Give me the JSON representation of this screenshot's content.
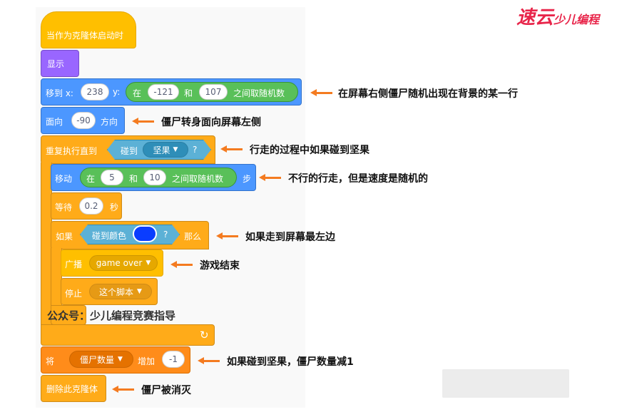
{
  "logo": {
    "main": "速云",
    "sub": "少儿编程"
  },
  "watermark": "公众号：少儿编程竞赛指导",
  "blocks": {
    "hat": "当作为克隆体启动时",
    "show": "显示",
    "goto": {
      "label": "移到 x:",
      "x": "238",
      "ylabel": "y:",
      "pre": "在",
      "from": "-121",
      "and": "和",
      "to": "107",
      "post": "之间取随机数"
    },
    "point": {
      "label": "面向",
      "value": "-90",
      "post": "方向"
    },
    "repeat_until": {
      "label": "重复执行直到",
      "touch": "碰到",
      "target": "坚果",
      "q": "?"
    },
    "move": {
      "label": "移动",
      "pre": "在",
      "from": "5",
      "and": "和",
      "to": "10",
      "post": "之间取随机数",
      "steps": "步"
    },
    "wait": {
      "label": "等待",
      "value": "0.2",
      "unit": "秒"
    },
    "if": {
      "label": "如果",
      "touch_color": "碰到颜色",
      "q": "?",
      "then": "那么",
      "color": "#0a3dff"
    },
    "broadcast": {
      "label": "广播",
      "message": "game over"
    },
    "stop": {
      "label": "停止",
      "option": "这个脚本"
    },
    "loop_arrow": "↻",
    "change": {
      "label": "将",
      "variable": "僵尸数量",
      "by": "增加",
      "value": "-1"
    },
    "delete": "删除此克隆体"
  },
  "annotations": [
    "在屏幕右侧僵尸随机出现在背景的某一行",
    "僵尸转身面向屏幕左侧",
    "行走的过程中如果碰到坚果",
    "不行的行走，但是速度是随机的",
    "如果走到屏幕最左边",
    "游戏结束",
    "如果碰到坚果，僵尸数量减1",
    "僵尸被消灭"
  ]
}
